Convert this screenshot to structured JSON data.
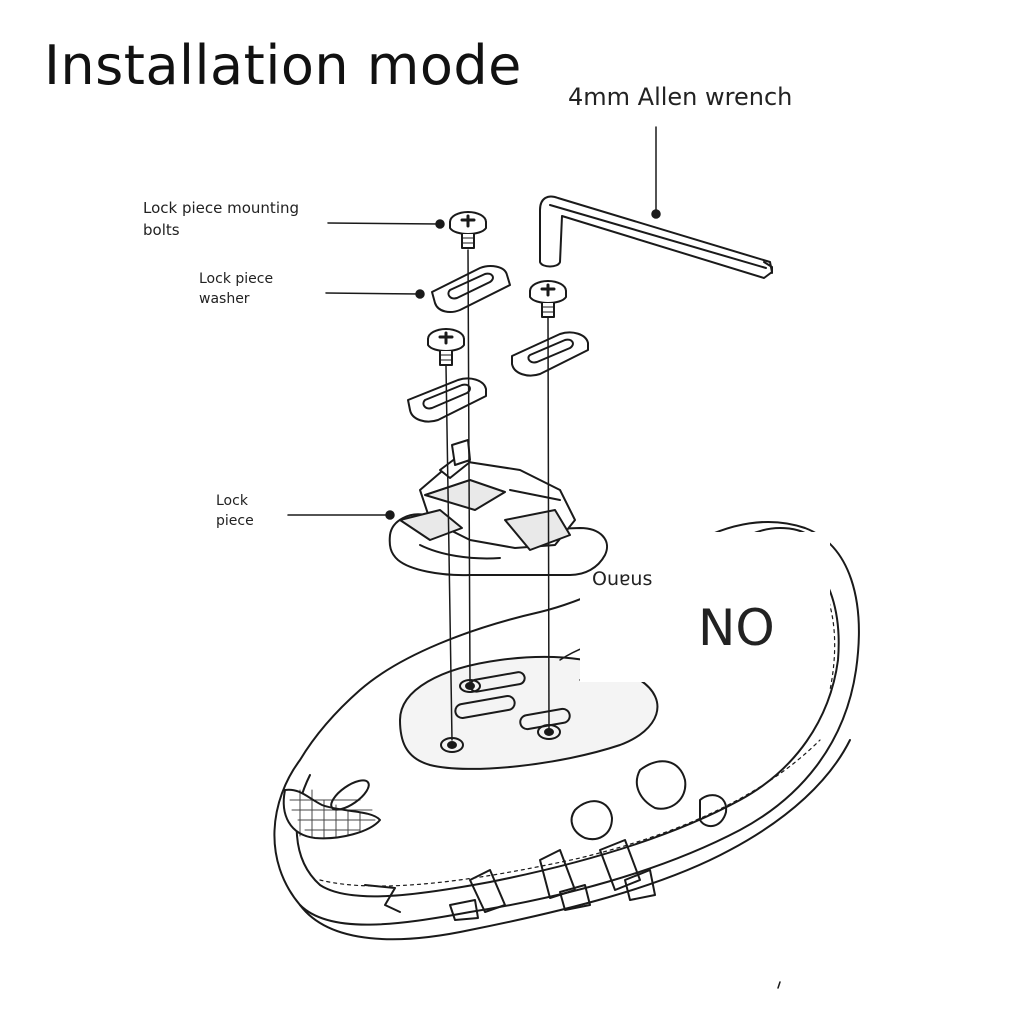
{
  "title": "Installation mode",
  "labels": {
    "allen_wrench": "4mm Allen wrench",
    "mounting_bolts_line1": "Lock piece mounting",
    "mounting_bolts_line2": "bolts",
    "washer_line1": "Lock piece",
    "washer_line2": "washer",
    "lock_piece_line1": "Lock",
    "lock_piece_line2": "piece",
    "brand_mark": "Ouɐus",
    "no_mark": "NO"
  },
  "colors": {
    "line": "#1a1a1a",
    "fill": "#ffffff",
    "shade": "#e9e9e9"
  }
}
